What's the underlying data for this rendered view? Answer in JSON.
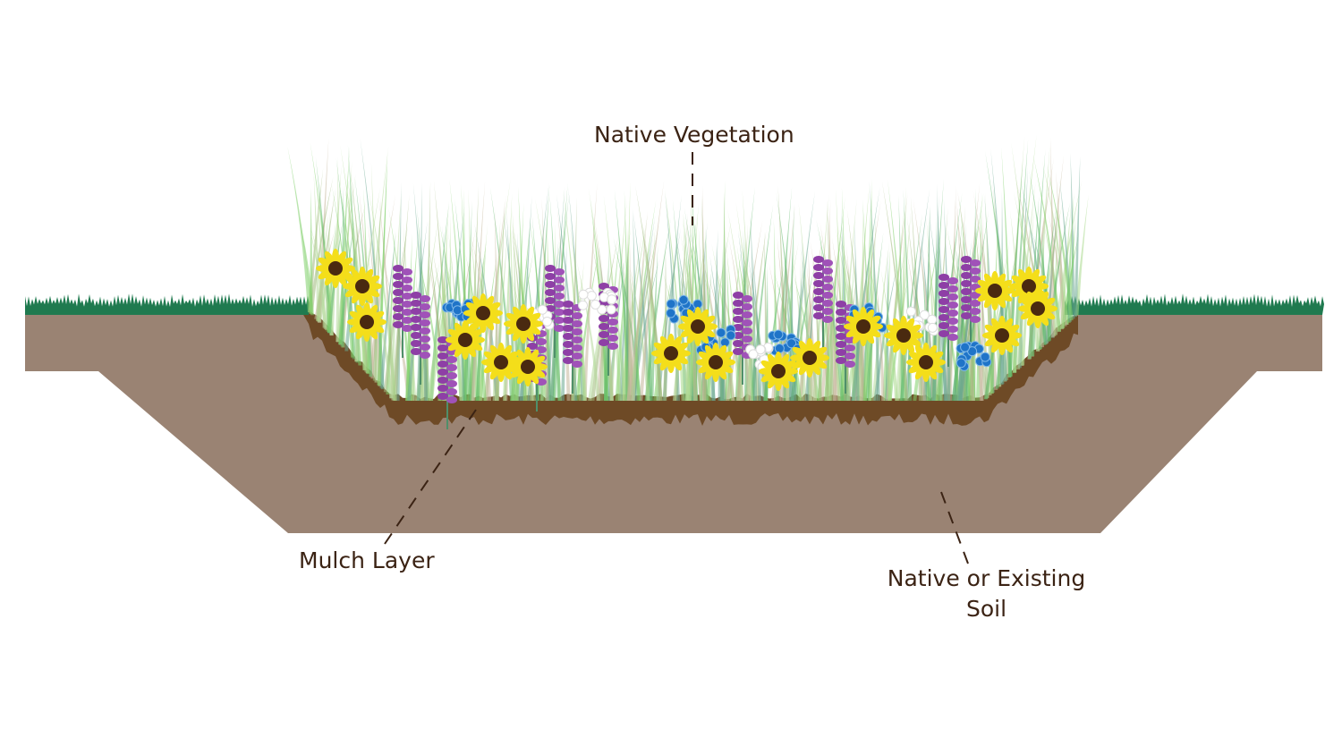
{
  "labels": {
    "vegetation": "Native Vegetation",
    "mulch": "Mulch Layer",
    "soil_line1": "Native or Existing",
    "soil_line2": "Soil"
  },
  "colors": {
    "soil": "#9a8373",
    "turf": "#1f7a4f",
    "mulch": "#6e4a26",
    "text": "#3b2314",
    "flower_yellow": "#f4de1a",
    "flower_purple": "#8e3fa6",
    "flower_blue": "#1f74c8"
  }
}
